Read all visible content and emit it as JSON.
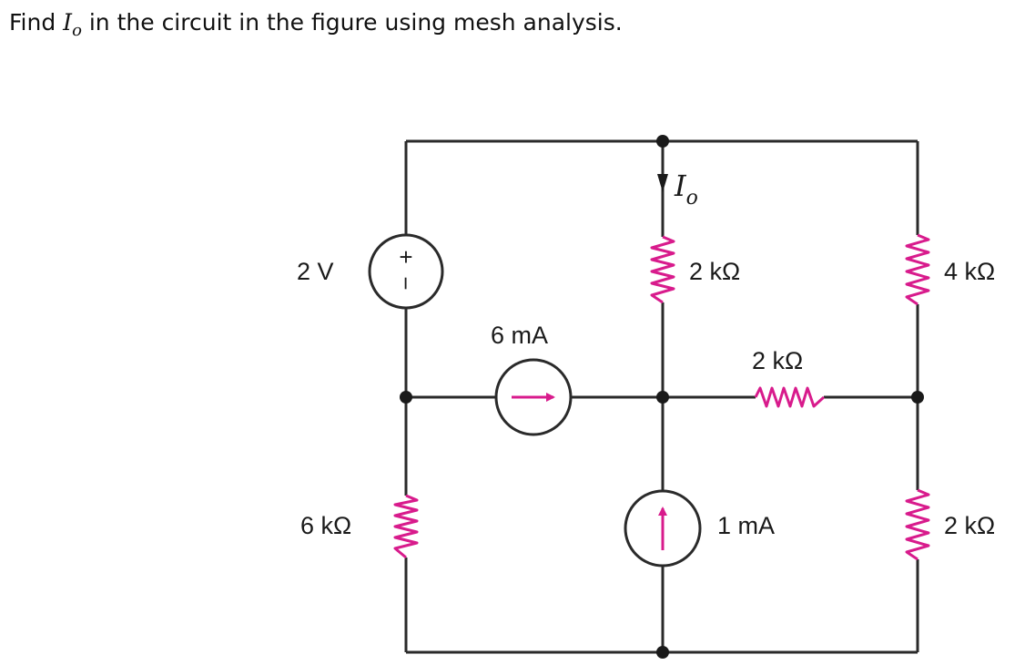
{
  "question": {
    "prefix": "Find ",
    "var": "I",
    "sub": "o",
    "suffix": " in the circuit in the figure using mesh analysis."
  },
  "circuit": {
    "labels": {
      "voltage_source": "2 V",
      "res_center_top": "2 kΩ",
      "res_right_top": "4 kΩ",
      "current_source_left": "6 mA",
      "res_center_horizontal": "2 kΩ",
      "res_left_bottom": "6 kΩ",
      "current_source_bottom": "1 mA",
      "res_right_bottom": "2 kΩ"
    },
    "current_label": {
      "symbol": "I",
      "sub": "o"
    },
    "source_polarity": {
      "plus": "+",
      "minus": "−"
    },
    "colors": {
      "wire": "#2a2a2a",
      "resistor": "#d81b8c",
      "arrow": "#d81b8c"
    }
  }
}
